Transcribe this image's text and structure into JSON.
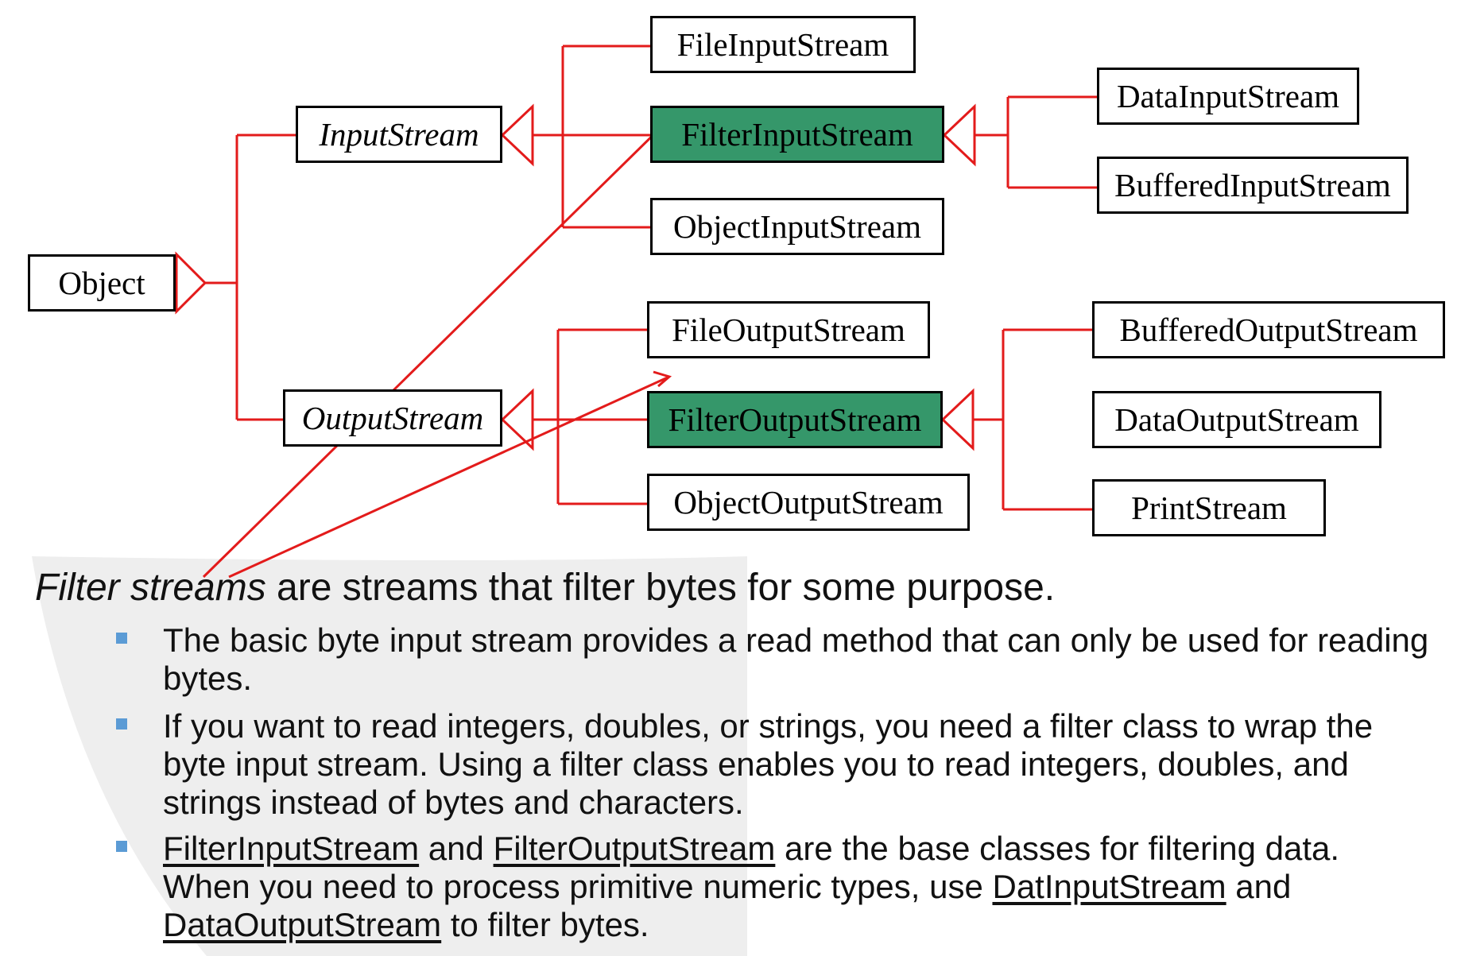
{
  "diagram": {
    "root": "Object",
    "input_base": "InputStream",
    "output_base": "OutputStream",
    "input_children": [
      "FileInputStream",
      "FilterInputStream",
      "ObjectInputStream"
    ],
    "output_children": [
      "FileOutputStream",
      "FilterOutputStream",
      "ObjectOutputStream"
    ],
    "filter_input_children": [
      "DataInputStream",
      "BufferedInputStream"
    ],
    "filter_output_children": [
      "BufferedOutputStream",
      "DataOutputStream",
      "PrintStream"
    ],
    "colors": {
      "connector": "#e31b1b",
      "filter_highlight": "#35976a",
      "bullet": "#5b9bd5"
    }
  },
  "text": {
    "heading_italic": "Filter streams",
    "heading_rest": " are streams that filter bytes for some purpose.",
    "bullet1": "The basic byte input stream provides a read method that can only be used for reading bytes.",
    "bullet2": "If you want to read integers, doubles, or strings, you need a filter class to wrap the byte input stream. Using a filter class enables you to read integers, doubles, and strings instead of bytes and characters.",
    "bullet3": {
      "link1": "FilterInputStream",
      "t1": " and ",
      "link2": "FilterOutputStream",
      "t2": " are the base classes for filtering data. When you need to process primitive numeric types, use ",
      "link3": "DatInputStream",
      "t3": " and ",
      "link4": "DataOutputStream",
      "t4": " to filter bytes."
    }
  }
}
